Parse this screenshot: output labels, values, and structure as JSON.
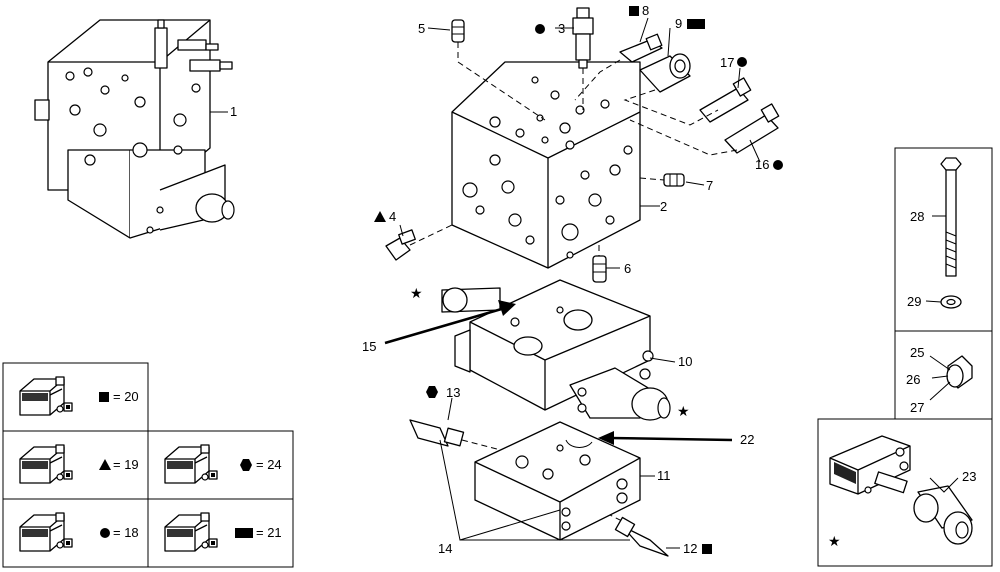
{
  "callouts": [
    {
      "id": "c1",
      "num": "1",
      "sym": ""
    },
    {
      "id": "c2",
      "num": "2",
      "sym": ""
    },
    {
      "id": "c3",
      "num": "3",
      "sym": "circle"
    },
    {
      "id": "c4",
      "num": "4",
      "sym": "triangle"
    },
    {
      "id": "c5",
      "num": "5",
      "sym": ""
    },
    {
      "id": "c6",
      "num": "6",
      "sym": ""
    },
    {
      "id": "c7",
      "num": "7",
      "sym": ""
    },
    {
      "id": "c8",
      "num": "8",
      "sym": "square"
    },
    {
      "id": "c9",
      "num": "9",
      "sym": "rect"
    },
    {
      "id": "c10",
      "num": "10",
      "sym": ""
    },
    {
      "id": "c11",
      "num": "11",
      "sym": ""
    },
    {
      "id": "c12",
      "num": "12",
      "sym": "square"
    },
    {
      "id": "c13",
      "num": "13",
      "sym": "hexagon"
    },
    {
      "id": "c14",
      "num": "14",
      "sym": ""
    },
    {
      "id": "c15",
      "num": "15",
      "sym": ""
    },
    {
      "id": "c16",
      "num": "16",
      "sym": "circle"
    },
    {
      "id": "c17",
      "num": "17",
      "sym": "circle"
    },
    {
      "id": "c22",
      "num": "22",
      "sym": ""
    },
    {
      "id": "c23",
      "num": "23",
      "sym": ""
    },
    {
      "id": "c25",
      "num": "25",
      "sym": ""
    },
    {
      "id": "c26",
      "num": "26",
      "sym": ""
    },
    {
      "id": "c27",
      "num": "27",
      "sym": ""
    },
    {
      "id": "c28",
      "num": "28",
      "sym": ""
    },
    {
      "id": "c29",
      "num": "29",
      "sym": ""
    }
  ],
  "legend": [
    {
      "sym": "square",
      "text": "= 20"
    },
    {
      "sym": "triangle",
      "text": "= 19"
    },
    {
      "sym": "hexagon",
      "text": "= 24"
    },
    {
      "sym": "circle",
      "text": "= 18"
    },
    {
      "sym": "rect",
      "text": "= 21"
    }
  ],
  "star_marker": "★"
}
